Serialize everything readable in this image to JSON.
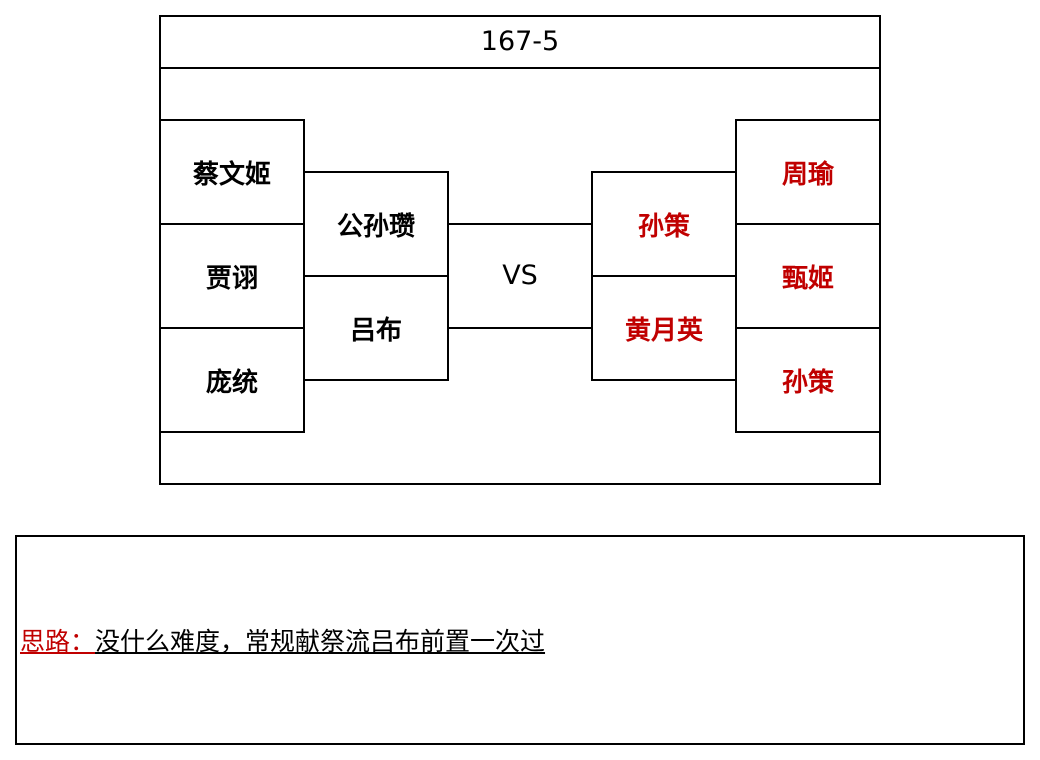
{
  "title": "167-5",
  "vs": "VS",
  "left_team": {
    "back_row": [
      "蔡文姬",
      "贾诩",
      "庞统"
    ],
    "front_row": [
      "公孙瓒",
      "吕布"
    ]
  },
  "right_team": {
    "front_row": [
      "孙策",
      "黄月英"
    ],
    "back_row": [
      "周瑜",
      "甄姬",
      "孙策"
    ]
  },
  "note": {
    "label": "思路：",
    "text": "没什么难度，常规献祭流吕布前置一次过"
  },
  "colors": {
    "left_team_text": "#000000",
    "right_team_text": "#c00000",
    "note_label": "#c00000"
  }
}
